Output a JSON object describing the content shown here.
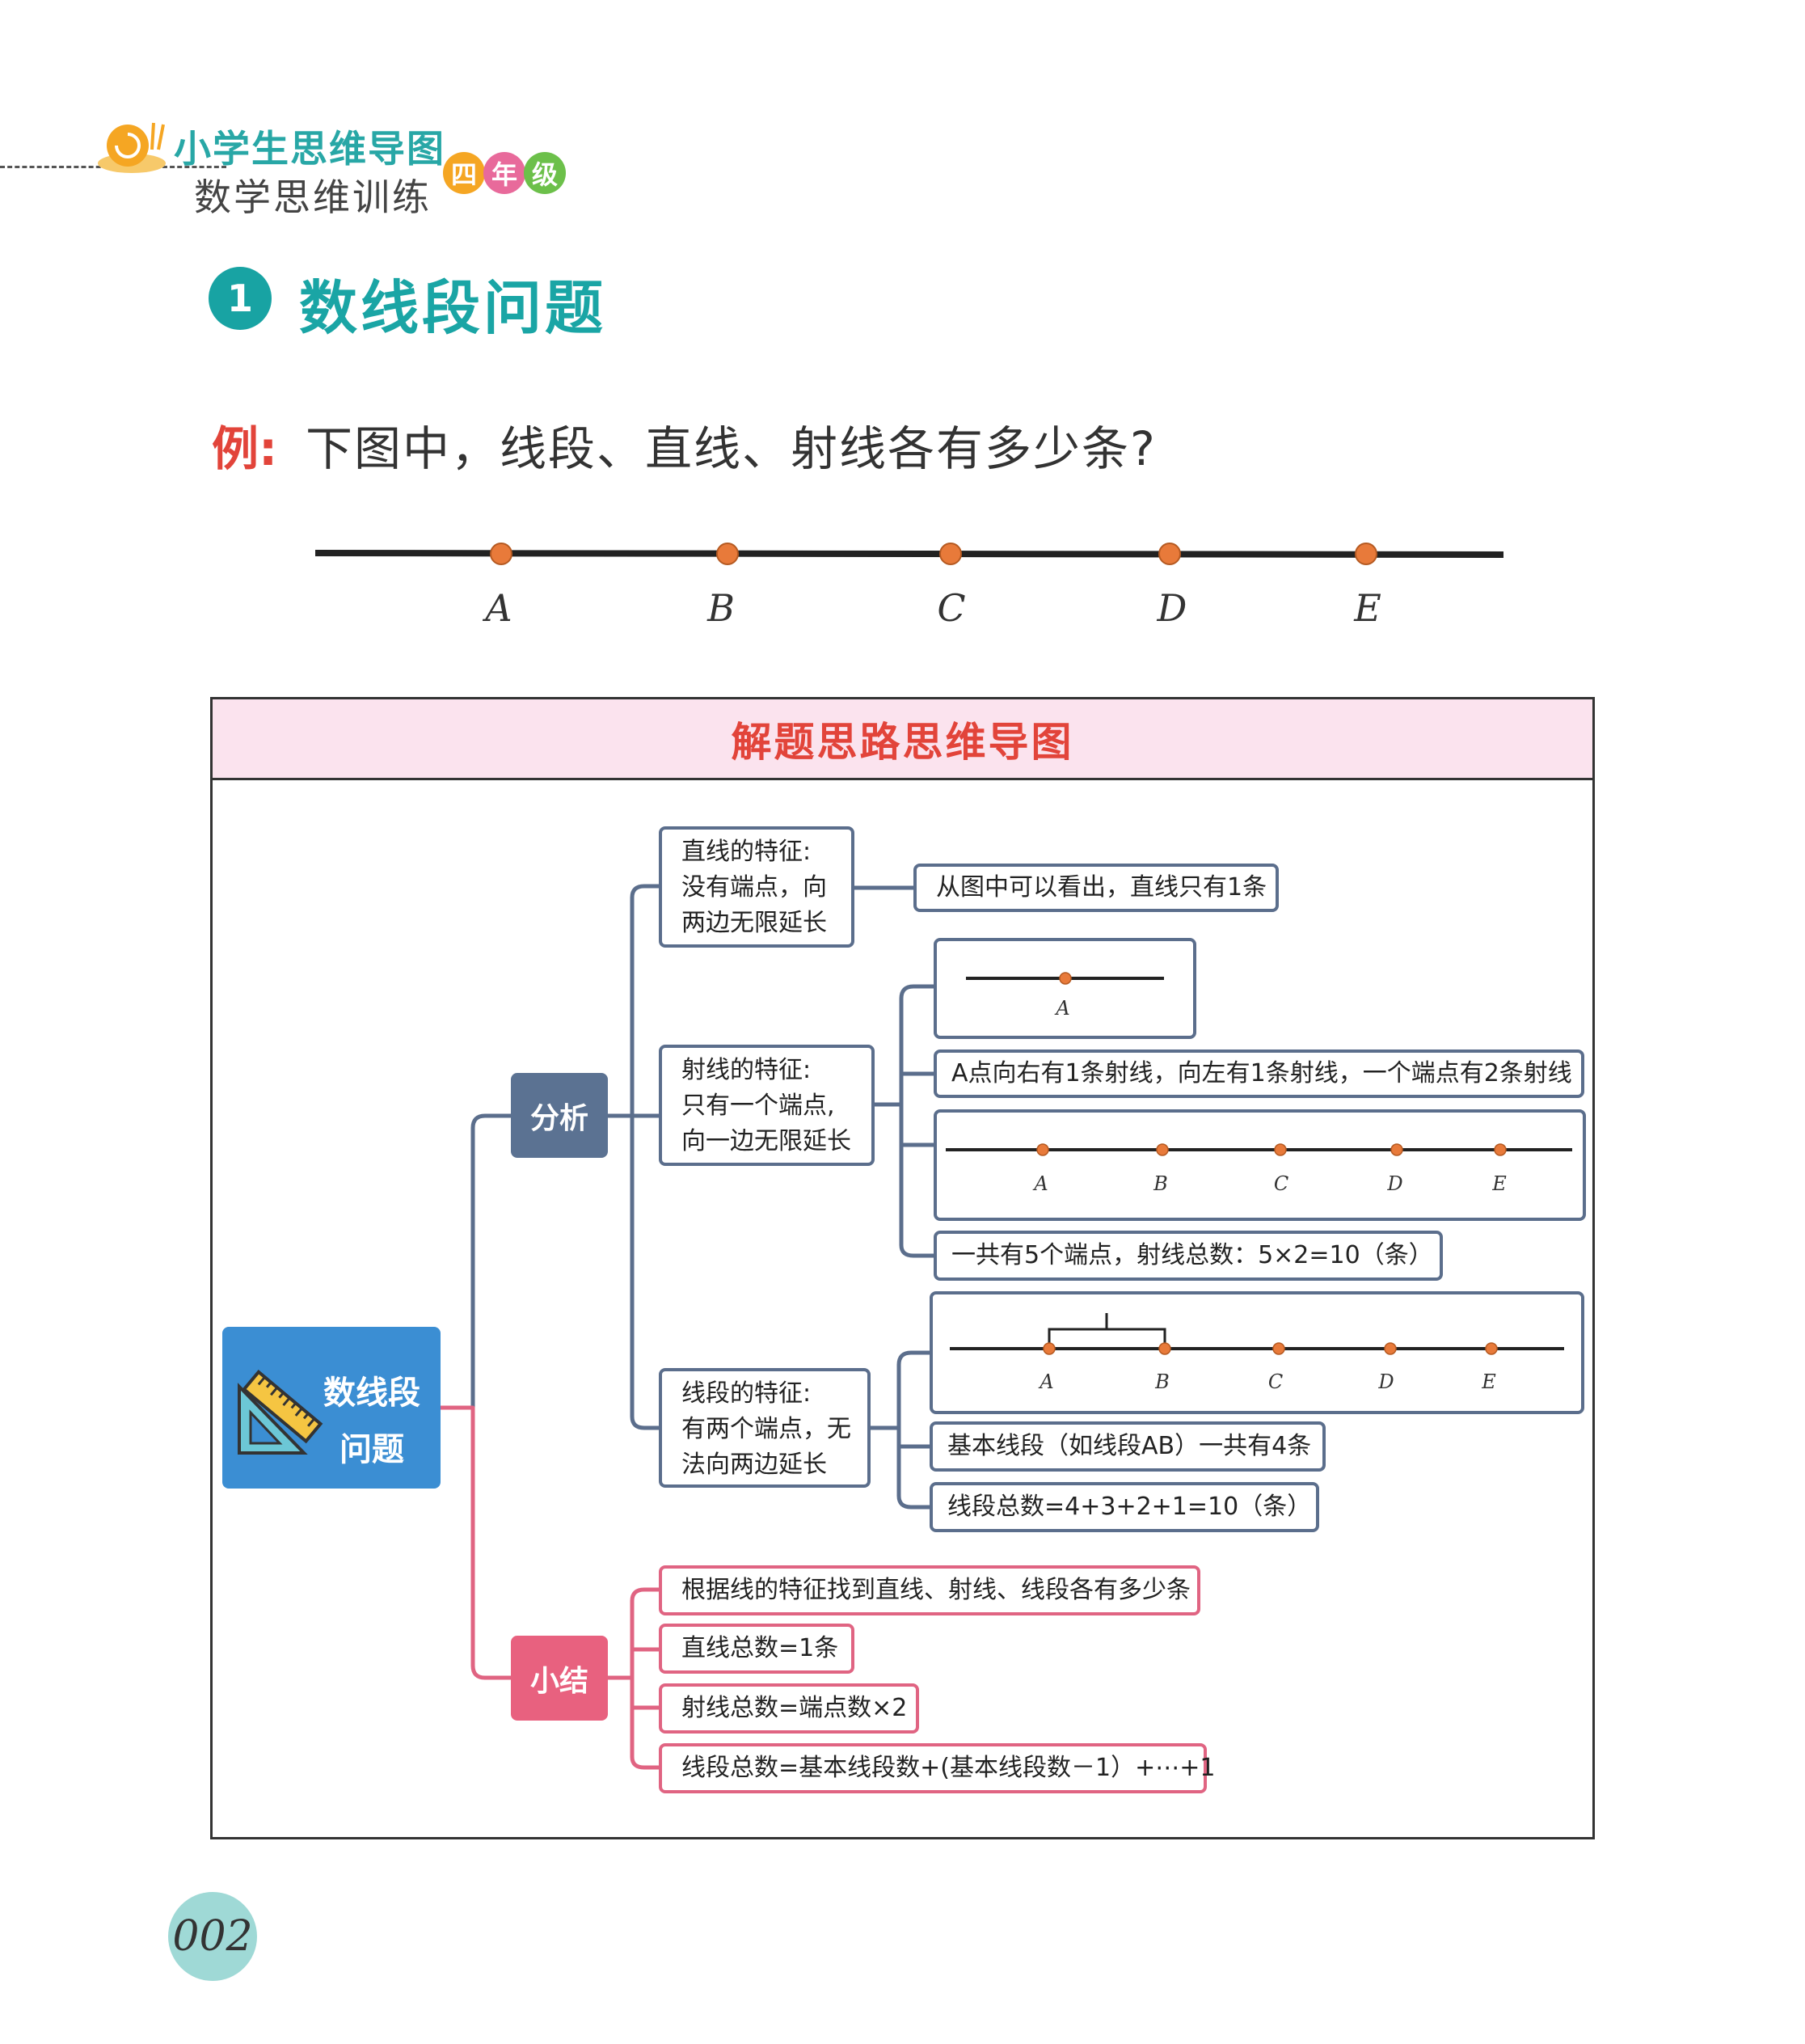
{
  "header": {
    "series_title": "小学生思维导图",
    "subtitle": "数学思维训练",
    "grade_chars": [
      "四",
      "年",
      "级"
    ],
    "grade_colors": [
      "#f5a623",
      "#e86a9b",
      "#6cc04a"
    ]
  },
  "section": {
    "number": "1",
    "title": "数线段问题"
  },
  "example": {
    "label": "例:",
    "question": "下图中，线段、直线、射线各有多少条?"
  },
  "number_line_points": [
    "A",
    "B",
    "C",
    "D",
    "E"
  ],
  "mindmap": {
    "title": "解题思路思维导图",
    "root": [
      "数线段",
      "问题"
    ],
    "analysis": {
      "label": "分析",
      "line": {
        "feature": [
          "直线的特征:",
          "没有端点，向",
          "两边无限延长"
        ],
        "conclusion": "从图中可以看出，直线只有1条"
      },
      "ray": {
        "feature": [
          "射线的特征:",
          "只有一个端点,",
          "向一边无限延长"
        ],
        "single_point_label": "A",
        "note": "A点向右有1条射线，向左有1条射线，一个端点有2条射线",
        "points": [
          "A",
          "B",
          "C",
          "D",
          "E"
        ],
        "total": "一共有5个端点，射线总数：5×2=10（条）"
      },
      "segment": {
        "feature": [
          "线段的特征:",
          "有两个端点，无",
          "法向两边延长"
        ],
        "points": [
          "A",
          "B",
          "C",
          "D",
          "E"
        ],
        "basic": "基本线段（如线段AB）一共有4条",
        "total": "线段总数=4+3+2+1=10（条）"
      }
    },
    "summary": {
      "label": "小结",
      "items": [
        "根据线的特征找到直线、射线、线段各有多少条",
        "直线总数=1条",
        "射线总数=端点数×2",
        "线段总数=基本线段数+(基本线段数－1）+⋯+1"
      ]
    }
  },
  "page_number": "002",
  "colors": {
    "teal": "#1aa5a5",
    "red": "#e2443a",
    "slate": "#5b6e8c",
    "pink": "#e06482",
    "blue": "#3b8ed3",
    "dot": "#e87a3a"
  }
}
